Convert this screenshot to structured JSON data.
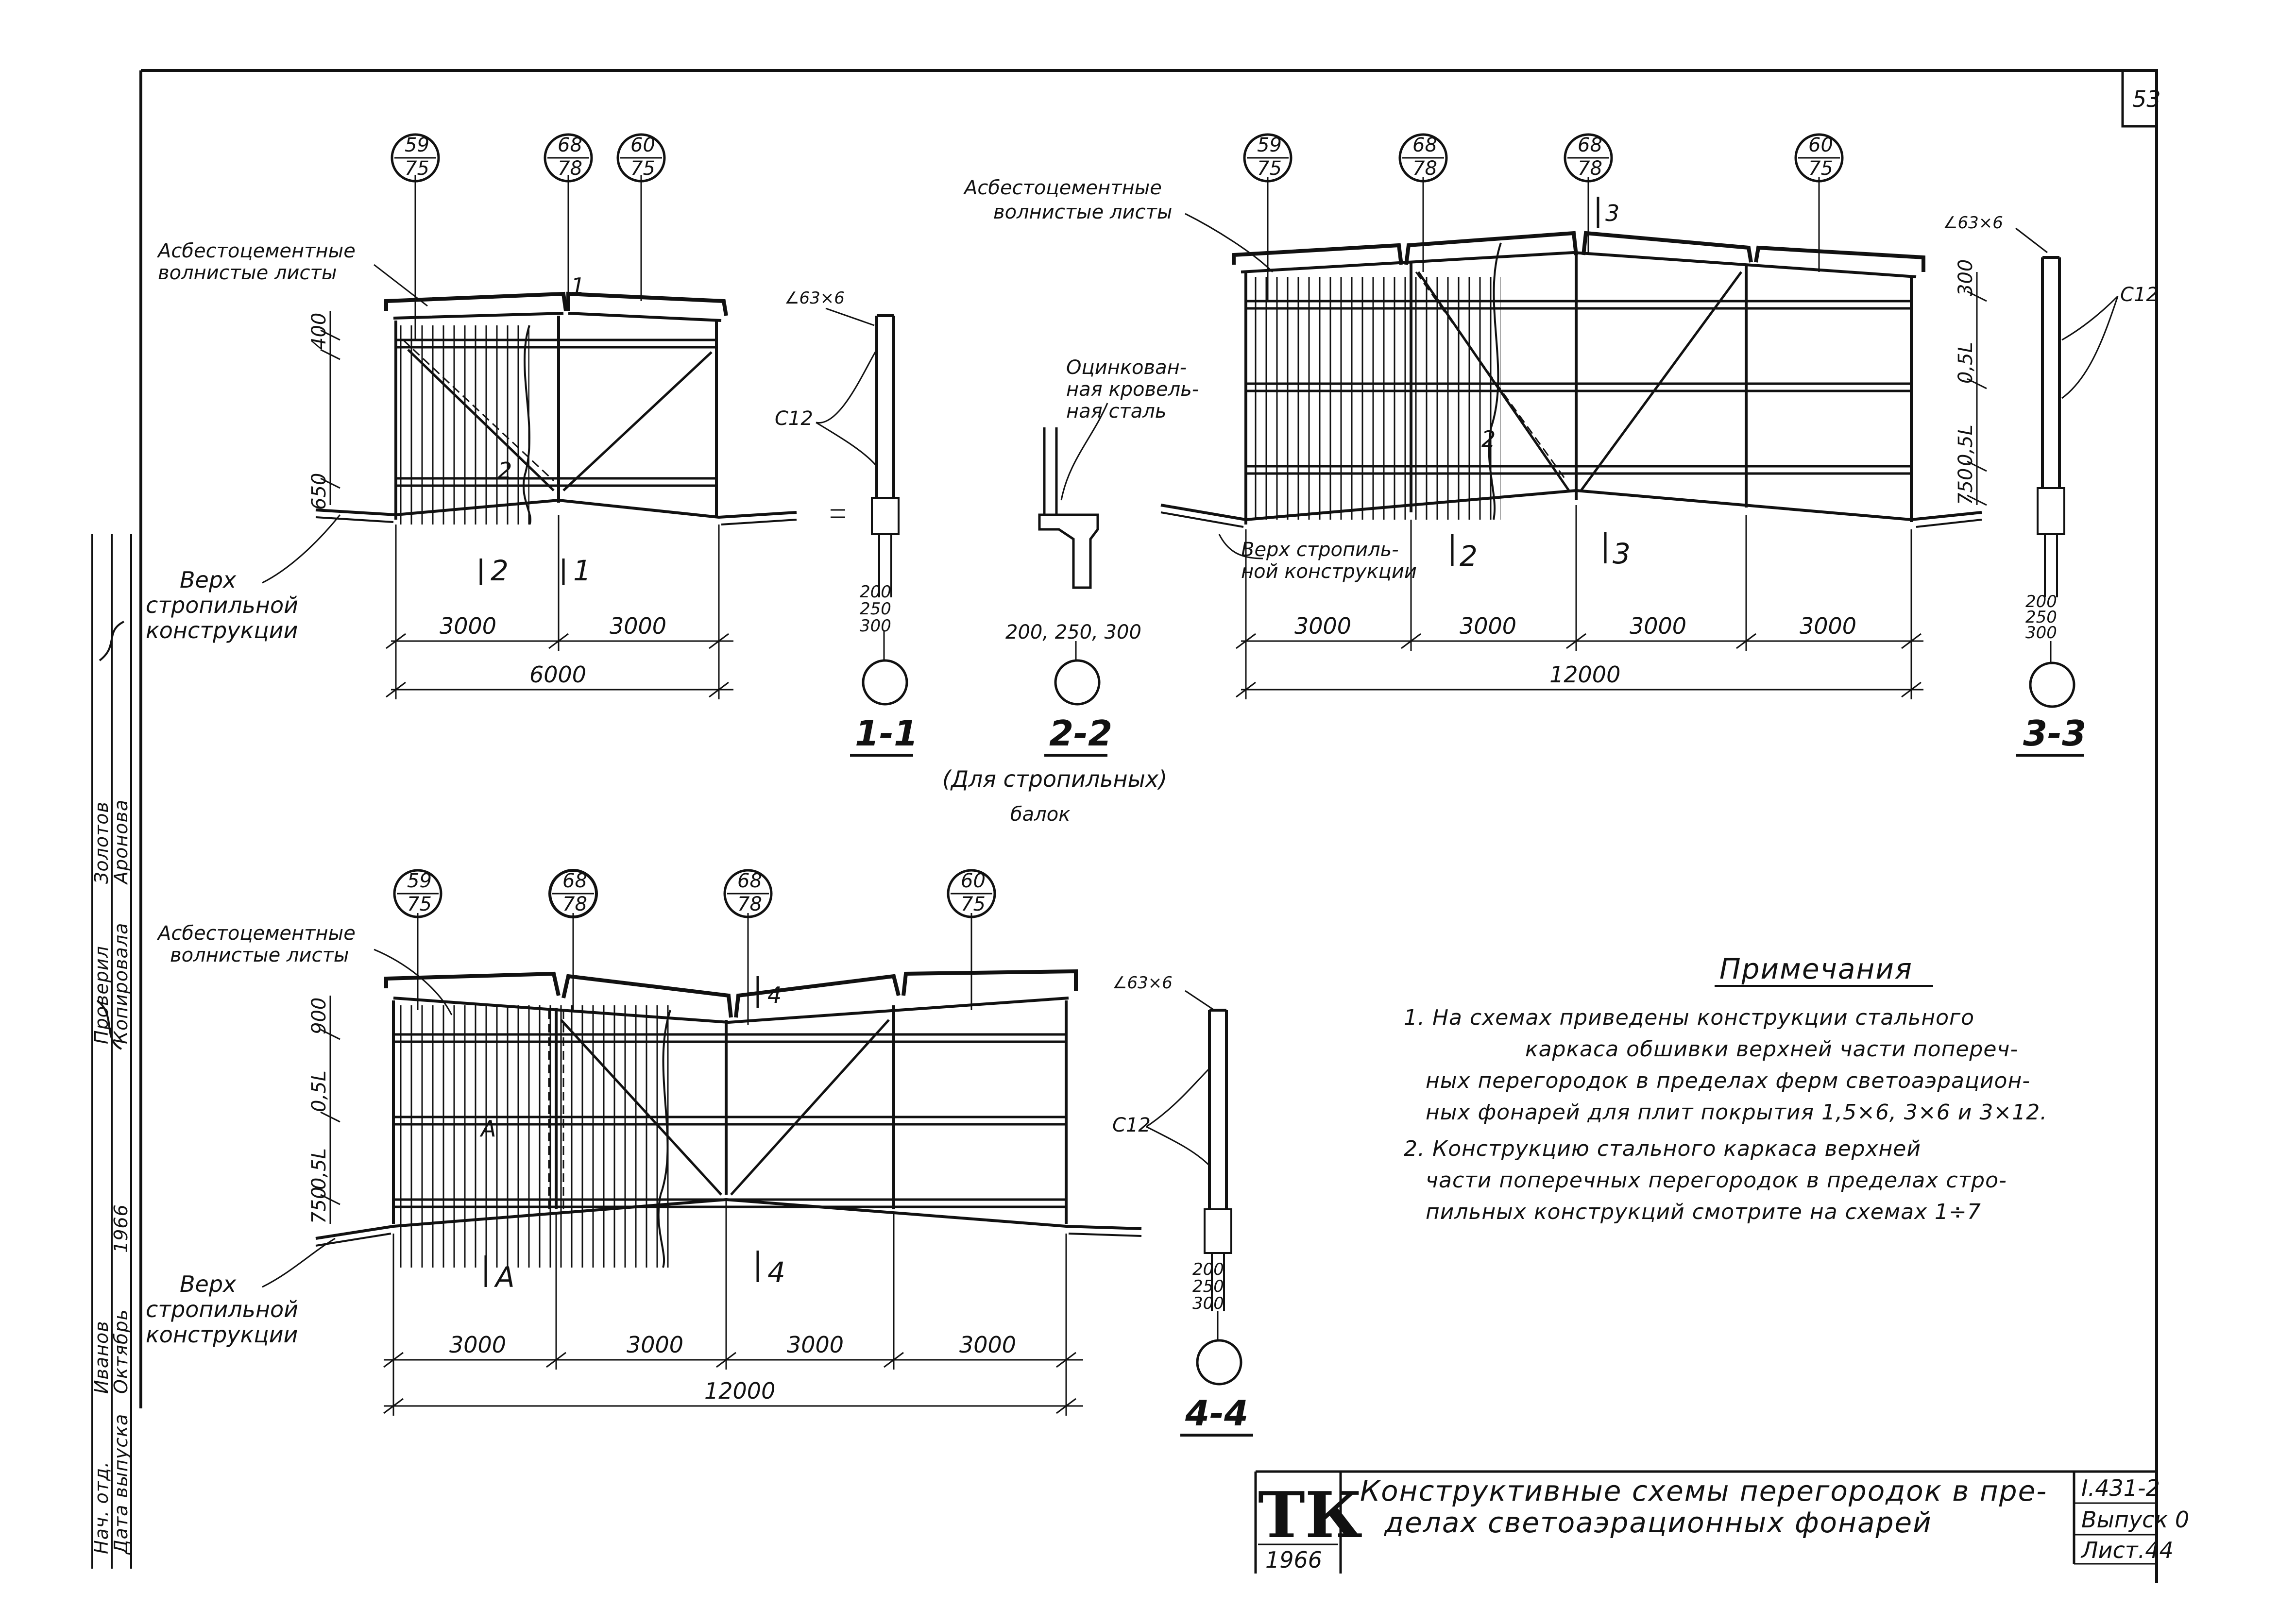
{
  "sheet": {
    "page_number": "53",
    "title_line1": "Конструктивные схемы перегородок в пре-",
    "title_line2": "делах светоаэрационных фонарей",
    "logo_letters": "ТК",
    "logo_year": "1966",
    "series": "I.431-2",
    "issue": "Выпуск 0",
    "sheet_no": "Лист.44"
  },
  "stamp": {
    "row1": [
      "Нач. отд.",
      "Иванов",
      "Проверил",
      "Золотов"
    ],
    "row2": [
      "Дата выпуска",
      "Октябрь",
      "1966",
      "Копировала",
      "Аронова"
    ]
  },
  "labels": {
    "asbestos": "Асбестоцементные",
    "asbestos_2": "волнистые листы",
    "roof_top_1": "Верх",
    "roof_top_2": "стропильной",
    "roof_top_3": "конструкции",
    "roof_top_inline_1": "Верх стропиль-",
    "roof_top_inline_2": "ной конструкции",
    "galv_1": "Оцинкован-",
    "galv_2": "ная кровель-",
    "galv_3": "ная сталь",
    "angle": "∠63×6",
    "channel": "C12",
    "rafter_note_1": "(Для стропильных)",
    "rafter_note_2": "балок"
  },
  "markers": {
    "m59": [
      "59",
      "75"
    ],
    "m68": [
      "68",
      "78"
    ],
    "m60": [
      "60",
      "75"
    ]
  },
  "sections": {
    "s11": "1-1",
    "s22": "2-2",
    "s33": "3-3",
    "s44": "4-4",
    "cut1": "1",
    "cut2": "2",
    "cut3": "3",
    "cut4": "4",
    "cutA": "А"
  },
  "dims": {
    "d400": "400",
    "d650": "650",
    "d300": "300",
    "d900": "900",
    "d750": "750",
    "half_L": "0,5L",
    "d3000": "3000",
    "d6000": "6000",
    "d12000": "12000",
    "pier": [
      "200",
      "250",
      "300"
    ],
    "pier_inline": "200, 250, 300"
  },
  "notes": {
    "heading": "Примечания",
    "n1_l1": "1. На схемах приведены конструкции стального",
    "n1_l2": "каркаса обшивки верхней части попереч-",
    "n1_l3": "ных перегородок в пределах ферм светоаэрацион-",
    "n1_l4": "ных фонарей для плит покрытия 1,5×6, 3×6 и 3×12.",
    "n2_l1": "2. Конструкцию стального каркаса верхней",
    "n2_l2": "части поперечных перегородок в пределах стро-",
    "n2_l3": "пильных конструкций смотрите на схемах 1÷7"
  }
}
